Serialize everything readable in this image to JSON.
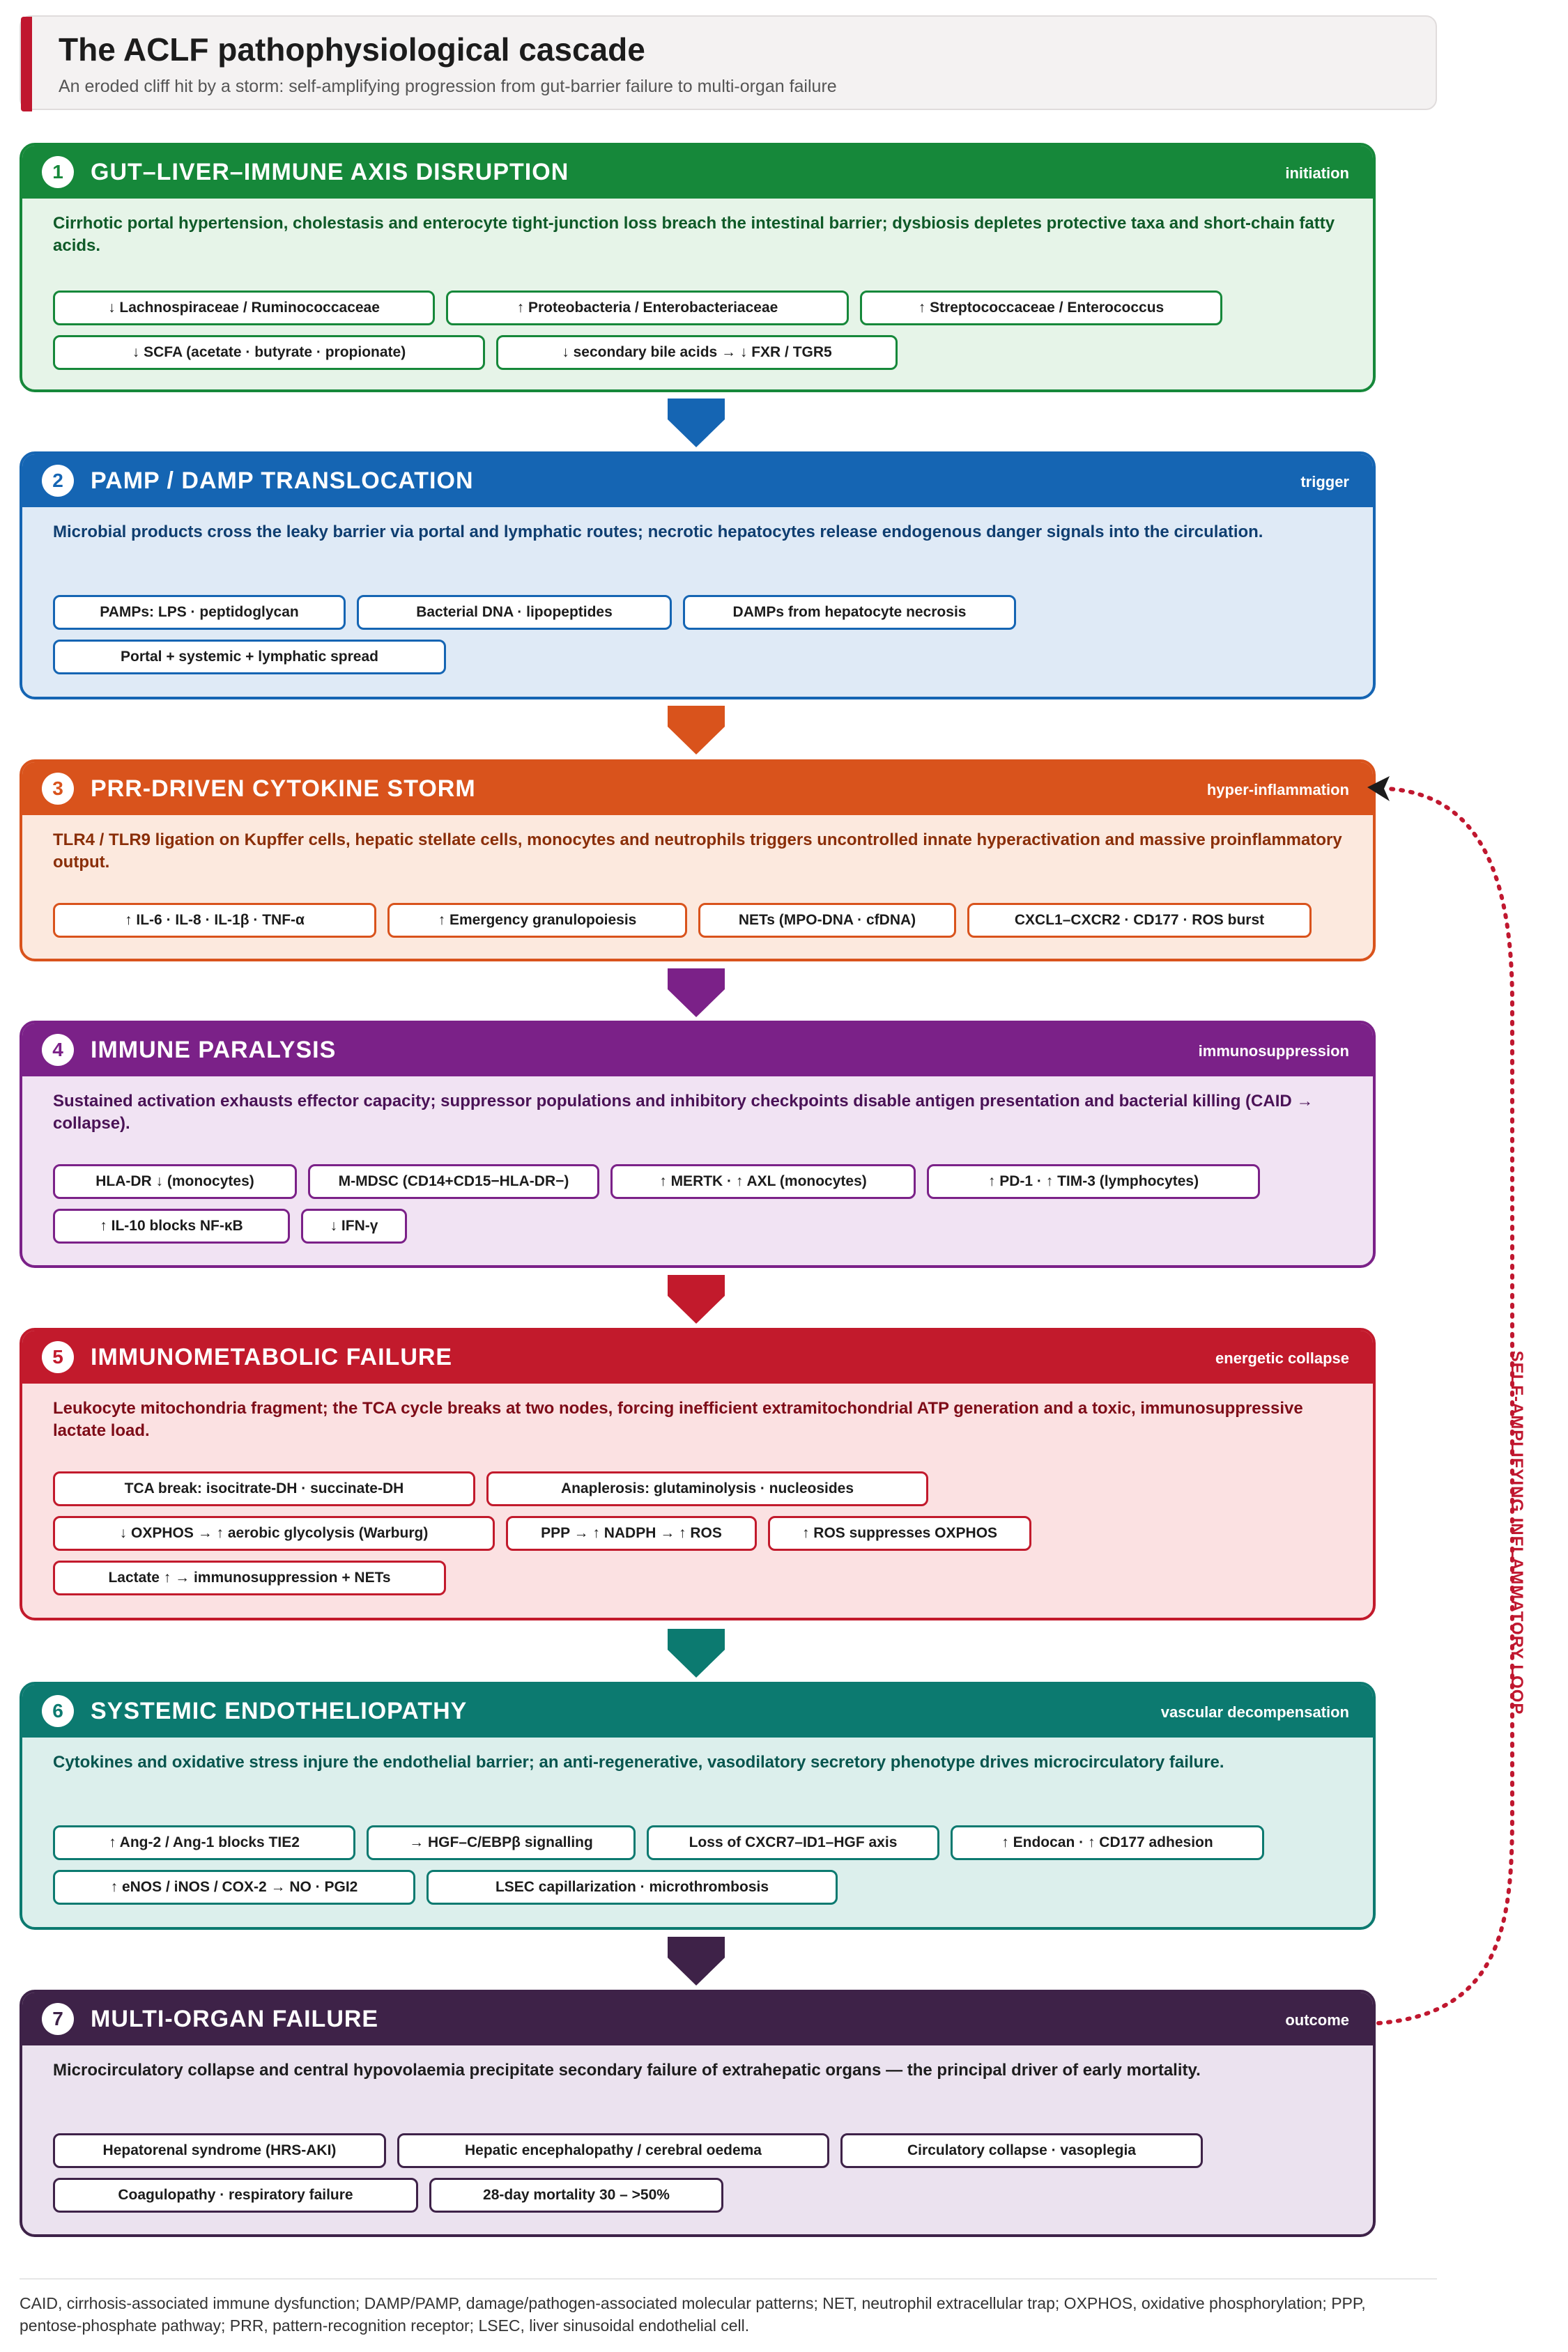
{
  "header": {
    "title": "The ACLF pathophysiological cascade",
    "subtitle": "An eroded cliff hit by a storm: self-amplifying progression from gut-barrier failure to multi-organ failure"
  },
  "stages": [
    {
      "num": "1",
      "title": "GUT–LIVER–IMMUNE AXIS DISRUPTION",
      "tag": "initiation",
      "color": "#16883a",
      "bg": "#e6f4e8",
      "text": "#0f5a28",
      "desc": "Cirrhotic portal hypertension, cholestasis and enterocyte tight-junction loss breach the intestinal barrier; dysbiosis depletes protective taxa and short-chain fatty acids.",
      "pills": [
        "↓ Lachnospiraceae / Ruminococcaceae",
        "↑ Proteobacteria / Enterobacteriaceae",
        "↑ Streptococcaceae / Enterococcus",
        "↓ SCFA (acetate · butyrate · propionate)",
        "↓ secondary bile acids → ↓ FXR / TGR5"
      ]
    },
    {
      "num": "2",
      "title": "PAMP / DAMP TRANSLOCATION",
      "tag": "trigger",
      "color": "#1565b3",
      "bg": "#dfeaf6",
      "text": "#0f3e70",
      "desc": "Microbial products cross the leaky barrier via portal and lymphatic routes; necrotic hepatocytes release endogenous danger signals into the circulation.",
      "pills": [
        "PAMPs: LPS · peptidoglycan",
        "Bacterial DNA · lipopeptides",
        "DAMPs from hepatocyte necrosis",
        "Portal + systemic + lymphatic spread"
      ]
    },
    {
      "num": "3",
      "title": "PRR-DRIVEN CYTOKINE STORM",
      "tag": "hyper-inflammation",
      "color": "#d9531c",
      "bg": "#fce9de",
      "text": "#8a2e08",
      "desc": "TLR4 / TLR9 ligation on Kupffer cells, hepatic stellate cells, monocytes and neutrophils triggers uncontrolled innate hyperactivation and massive proinflammatory output.",
      "pills": [
        "↑ IL-6 · IL-8 · IL-1β · TNF-α",
        "↑ Emergency granulopoiesis",
        "NETs (MPO-DNA · cfDNA)",
        "CXCL1–CXCR2 · CD177 · ROS burst"
      ]
    },
    {
      "num": "4",
      "title": "IMMUNE PARALYSIS",
      "tag": "immunosuppression",
      "color": "#7b2188",
      "bg": "#f1e3f3",
      "text": "#4a1256",
      "desc": "Sustained activation exhausts effector capacity; suppressor populations and inhibitory checkpoints disable antigen presentation and bacterial killing (CAID → collapse).",
      "pills": [
        "HLA-DR ↓ (monocytes)",
        "M-MDSC (CD14+CD15−HLA-DR−)",
        "↑ MERTK · ↑ AXL (monocytes)",
        "↑ PD-1 · ↑ TIM-3 (lymphocytes)",
        "↑ IL-10 blocks NF-κB",
        "↓ IFN-γ"
      ]
    },
    {
      "num": "5",
      "title": "IMMUNOMETABOLIC FAILURE",
      "tag": "energetic collapse",
      "color": "#c21a2c",
      "bg": "#fbe1e2",
      "text": "#7e0c18",
      "desc": "Leukocyte mitochondria fragment; the TCA cycle breaks at two nodes, forcing inefficient extramitochondrial ATP generation and a toxic, immunosuppressive lactate load.",
      "pills": [
        "TCA break: isocitrate-DH · succinate-DH",
        "Anaplerosis: glutaminolysis · nucleosides",
        "↓ OXPHOS → ↑ aerobic glycolysis (Warburg)",
        "PPP → ↑ NADPH → ↑ ROS",
        "↑ ROS suppresses OXPHOS",
        "Lactate ↑ → immunosuppression + NETs"
      ]
    },
    {
      "num": "6",
      "title": "SYSTEMIC ENDOTHELIOPATHY",
      "tag": "vascular decompensation",
      "color": "#0c7a70",
      "bg": "#dcefec",
      "text": "#08554e",
      "desc": "Cytokines and oxidative stress injure the endothelial barrier; an anti-regenerative, vasodilatory secretory phenotype drives microcirculatory failure.",
      "pills": [
        "↑ Ang-2 / Ang-1 blocks TIE2",
        "→ HGF–C/EBPβ signalling",
        "Loss of CXCR7–ID1–HGF axis",
        "↑ Endocan · ↑ CD177 adhesion",
        "↑ eNOS / iNOS / COX-2 → NO · PGI2",
        "LSEC capillarization · microthrombosis"
      ]
    },
    {
      "num": "7",
      "title": "MULTI-ORGAN FAILURE",
      "tag": "outcome",
      "color": "#3e2248",
      "bg": "#ebe2ef",
      "text": "#1e1e1e",
      "desc": "Microcirculatory collapse and central hypovolaemia precipitate secondary failure of extrahepatic organs — the principal driver of early mortality.",
      "pills": [
        "Hepatorenal syndrome (HRS-AKI)",
        "Hepatic encephalopathy / cerebral oedema",
        "Circulatory collapse · vasoplegia",
        "Coagulopathy · respiratory failure",
        "28-day mortality 30 – >50%"
      ]
    }
  ],
  "loop_label": "SELF-AMPLIFYING INFLAMMATORY LOOP",
  "footnote": "CAID, cirrhosis-associated immune dysfunction; DAMP/PAMP, damage/pathogen-associated molecular patterns; NET, neutrophil extracellular trap; OXPHOS, oxidative phosphorylation; PPP, pentose-phosphate pathway; PRR, pattern-recognition receptor; LSEC, liver sinusoidal endothelial cell."
}
